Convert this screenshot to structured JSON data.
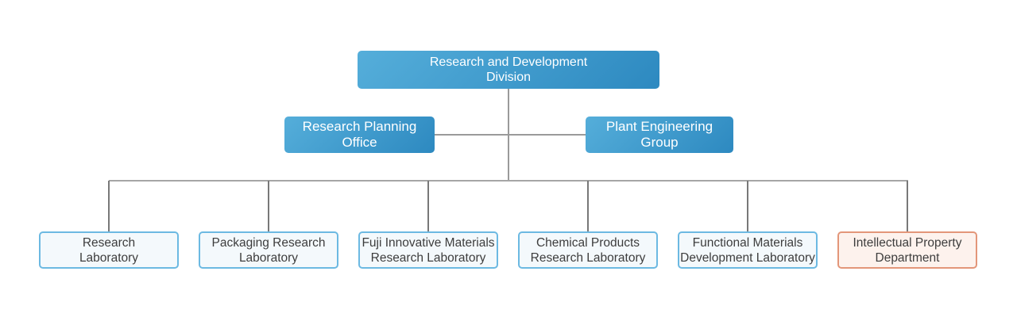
{
  "diagram": {
    "type": "org-chart",
    "title": "Research and Development Division organization chart",
    "root": {
      "line1": "Research and Development",
      "line2": "Division"
    },
    "level2": [
      {
        "label": "Research Planning Office"
      },
      {
        "label": "Plant Engineering Group"
      }
    ],
    "level3": [
      {
        "line1": "Research",
        "line2": "Laboratory",
        "variant": "blue"
      },
      {
        "line1": "Packaging Research",
        "line2": "Laboratory",
        "variant": "blue"
      },
      {
        "line1": "Fuji Innovative Materials",
        "line2": "Research Laboratory",
        "variant": "blue"
      },
      {
        "line1": "Chemical Products",
        "line2": "Research Laboratory",
        "variant": "blue"
      },
      {
        "line1": "Functional Materials",
        "line2": "Development Laboratory",
        "variant": "blue"
      },
      {
        "line1": "Intellectual Property",
        "line2": "Department",
        "variant": "orange"
      }
    ],
    "colors": {
      "node_gradient_start": "#55aeda",
      "node_gradient_end": "#2d89c0",
      "node_text": "#ffffff",
      "leaf_border_blue": "#6cb9e2",
      "leaf_bg_blue": "#f4f9fc",
      "leaf_border_orange": "#e39679",
      "leaf_bg_orange": "#fdf2ed",
      "leaf_text": "#3d3d3d",
      "connector_gray": "#9a9a9a"
    }
  }
}
